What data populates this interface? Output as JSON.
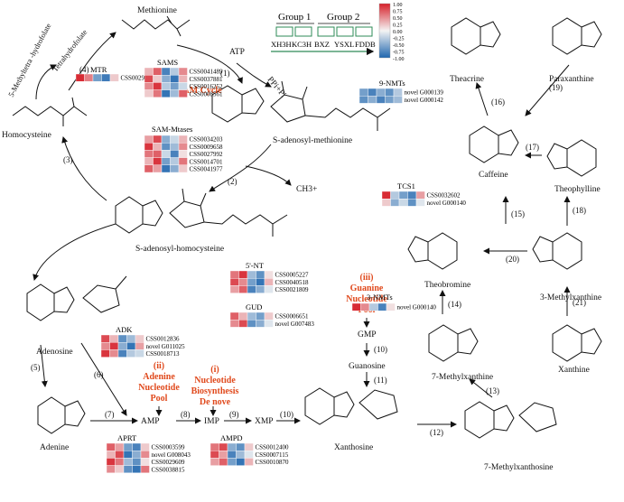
{
  "legend": {
    "group1_label": "Group 1",
    "group2_label": "Group 2",
    "samples": [
      "XH3H",
      "KC3H",
      "BXZ",
      "YSXL",
      "FDDB"
    ],
    "scale_ticks": [
      "1.00",
      "0.75",
      "0.50",
      "0.25",
      "0.00",
      "-0.25",
      "-0.50",
      "-0.75",
      "-1.00"
    ],
    "high_color": "#d6202a",
    "mid_color": "#f4f4f4",
    "low_color": "#1f66ae"
  },
  "molecules": {
    "methionine": "Methionine",
    "homocysteine": "Homocysteine",
    "sam": "S-adenosyl-methionine",
    "sah": "S-adenosyl-homocysteine",
    "adenosine": "Adenosine",
    "adenine": "Adenine",
    "xanthosine": "Xanthosine",
    "methylxanthosine": "7-Methylxanthosine",
    "methylxanthine7": "7-Methylxanthine",
    "xanthine": "Xanthine",
    "methylxanthine3": "3-Methylxanthine",
    "theobromine": "Theobromine",
    "theophylline": "Theophylline",
    "caffeine": "Caffeine",
    "theacrine": "Theacrine",
    "paraxanthine": "Paraxanthine"
  },
  "small_molecules": {
    "amp": "AMP",
    "imp": "IMP",
    "xmp": "XMP",
    "gmp": "GMP",
    "guanosine": "Guanosine",
    "ch3": "CH3+",
    "atp": "ATP",
    "ppi_pi": "PPi+Pi",
    "tetrahydrofolate": "Tetrahydrofolate",
    "methyltetrahydrofolate": "5-Methyltetra -hydrofolate"
  },
  "pools": {
    "sam_cycle": "(iv) SAM Cycle",
    "nucleotide_denovo": [
      "(i)",
      "Nucleotide",
      "Biosynthesis",
      "De nove"
    ],
    "adenine_pool": [
      "(ii)",
      "Adenine",
      "Nucleotide",
      "Pool"
    ],
    "guanine_pool": [
      "(iii)",
      "Guanine",
      "Nucleotide",
      "Pool"
    ]
  },
  "steps": [
    "(1)",
    "(2)",
    "(3)",
    "(4)",
    "(5)",
    "(6)",
    "(7)",
    "(8)",
    "(9)",
    "(10)",
    "(10)",
    "(11)",
    "(12)",
    "(13)",
    "(14)",
    "(15)",
    "(16)",
    "(17)",
    "(18)",
    "(19)",
    "(20)",
    "(21)"
  ],
  "enzymes": {
    "mtr": {
      "name": "MTR",
      "genes": [
        "CSS0029437"
      ],
      "values": [
        [
          0.95,
          0.55,
          -0.6,
          -0.85,
          0.2
        ]
      ]
    },
    "sams": {
      "name": "SAMS",
      "genes": [
        "CSS0041489",
        "CSS0037881",
        "CSS0016252",
        "CSS0008561"
      ],
      "values": [
        [
          0.3,
          0.7,
          -0.8,
          -0.3,
          0.5
        ],
        [
          0.8,
          0.2,
          -0.5,
          -0.9,
          0.3
        ],
        [
          0.5,
          0.9,
          -0.3,
          -0.6,
          -0.2
        ],
        [
          0.2,
          0.6,
          -0.9,
          -0.4,
          0.7
        ]
      ]
    },
    "samm": {
      "name": "SAM-Mtases",
      "genes": [
        "CSS0034203",
        "CSS0009658",
        "CSS0027992",
        "CSS0014701",
        "CSS0041977"
      ],
      "values": [
        [
          0.4,
          0.8,
          -0.5,
          -0.2,
          0.3
        ],
        [
          0.9,
          0.3,
          -0.7,
          -0.4,
          0.5
        ],
        [
          0.6,
          0.7,
          -0.2,
          -0.8,
          0.1
        ],
        [
          0.3,
          0.9,
          -0.6,
          -0.3,
          0.6
        ],
        [
          0.7,
          0.4,
          -0.9,
          -0.5,
          0.2
        ]
      ]
    },
    "nmt9": {
      "name": "9-NMTs",
      "genes": [
        "novel G000139",
        "novel G000142"
      ],
      "values": [
        [
          -0.6,
          -0.8,
          -0.5,
          -0.7,
          -0.3
        ],
        [
          -0.7,
          -0.5,
          -0.8,
          -0.6,
          -0.4
        ]
      ]
    },
    "tcs1": {
      "name": "TCS1",
      "genes": [
        "CSS0032602",
        "novel G000140"
      ],
      "values": [
        [
          0.95,
          -0.3,
          -0.6,
          -0.8,
          0.4
        ],
        [
          0.2,
          -0.5,
          -0.2,
          -0.7,
          -0.1
        ]
      ]
    },
    "nt5": {
      "name": "5'-NT",
      "genes": [
        "CSS0005227",
        "CSS0040518",
        "CSS0021809"
      ],
      "values": [
        [
          0.6,
          0.9,
          -0.4,
          -0.7,
          0.1
        ],
        [
          0.8,
          0.5,
          -0.6,
          -0.9,
          0.3
        ],
        [
          0.4,
          0.7,
          -0.8,
          -0.5,
          -0.1
        ]
      ]
    },
    "gud": {
      "name": "GUD",
      "genes": [
        "CSS0006651",
        "novel G007483"
      ],
      "values": [
        [
          0.7,
          0.3,
          -0.4,
          -0.6,
          0.2
        ],
        [
          0.5,
          0.8,
          -0.7,
          -0.5,
          -0.1
        ]
      ]
    },
    "nmt3": {
      "name": "3-NMTs",
      "genes": [
        "novel G000140"
      ],
      "values": [
        [
          0.95,
          0.5,
          -0.3,
          -0.8,
          0.1
        ]
      ]
    },
    "adk": {
      "name": "ADK",
      "genes": [
        "CSS0012836",
        "novel G011025",
        "CSS0018713"
      ],
      "values": [
        [
          0.8,
          0.3,
          -0.7,
          -0.4,
          0.2
        ],
        [
          0.5,
          0.9,
          -0.5,
          -0.9,
          0.4
        ],
        [
          0.9,
          0.5,
          -0.8,
          -0.3,
          -0.2
        ]
      ]
    },
    "aprt": {
      "name": "APRT",
      "genes": [
        "CSS0003599",
        "novel G008043",
        "CSS0029609",
        "CSS0038815"
      ],
      "values": [
        [
          0.7,
          0.4,
          -0.6,
          -0.8,
          0.2
        ],
        [
          0.3,
          0.8,
          -0.9,
          -0.5,
          0.5
        ],
        [
          0.9,
          0.6,
          -0.4,
          -0.7,
          0.1
        ],
        [
          0.5,
          0.2,
          -0.7,
          -0.9,
          0.6
        ]
      ]
    },
    "ampd": {
      "name": "AMPD",
      "genes": [
        "CSS0012400",
        "CSS0007115",
        "CSS0010870"
      ],
      "values": [
        [
          0.6,
          0.8,
          -0.5,
          -0.7,
          0.2
        ],
        [
          0.8,
          0.4,
          -0.8,
          -0.4,
          -0.1
        ],
        [
          0.4,
          0.7,
          -0.6,
          -0.9,
          0.3
        ]
      ]
    }
  }
}
